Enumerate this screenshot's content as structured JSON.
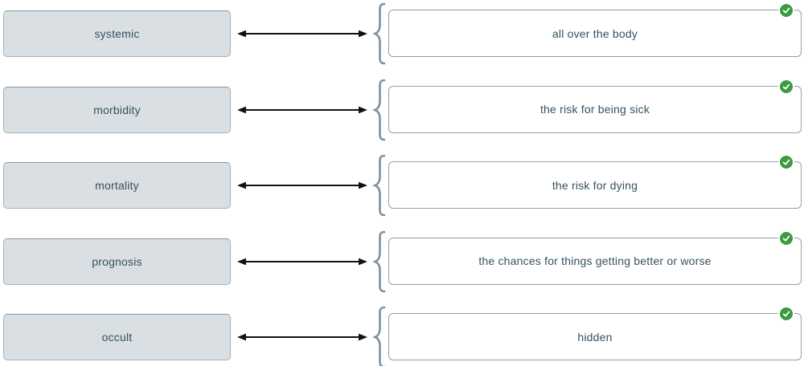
{
  "exercise": {
    "pairs": [
      {
        "term": "systemic",
        "definition": "all over the body",
        "status": "correct"
      },
      {
        "term": "morbidity",
        "definition": "the risk for being sick",
        "status": "correct"
      },
      {
        "term": "mortality",
        "definition": "the risk for dying",
        "status": "correct"
      },
      {
        "term": "prognosis",
        "definition": "the chances for things getting better or worse",
        "status": "correct"
      },
      {
        "term": "occult",
        "definition": "hidden",
        "status": "correct"
      }
    ]
  },
  "icons": {
    "double_arrow": "left-right-arrow",
    "brace": "left-curly-brace",
    "correct_badge": "green-check-circle"
  },
  "colors": {
    "background": "#ffffff",
    "term_fill": "#d9dfe2",
    "term_border": "#a3b2bb",
    "term_border_top": "#8496a0",
    "def_border": "#8fa1ab",
    "text": "#35525f",
    "brace": "#7e929e",
    "arrow": "#111111",
    "check_green": "#3c9a3f"
  }
}
